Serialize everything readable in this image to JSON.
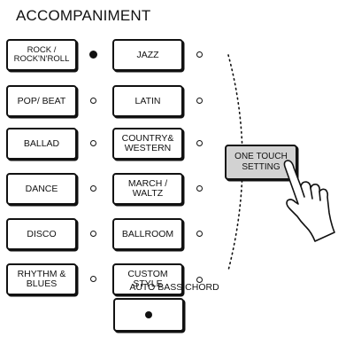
{
  "title": "ACCOMPANIMENT",
  "left_buttons": [
    {
      "label": "ROCK /\nROCK'N'ROLL",
      "led_on": true
    },
    {
      "label": "POP/ BEAT",
      "led_on": false
    },
    {
      "label": "BALLAD",
      "led_on": false
    },
    {
      "label": "DANCE",
      "led_on": false
    },
    {
      "label": "DISCO",
      "led_on": false
    },
    {
      "label": "RHYTHM &\nBLUES",
      "led_on": false
    }
  ],
  "right_buttons": [
    {
      "label": "JAZZ",
      "led_on": false
    },
    {
      "label": "LATIN",
      "led_on": false
    },
    {
      "label": "COUNTRY&\nWESTERN",
      "led_on": false
    },
    {
      "label": "MARCH /\nWALTZ",
      "led_on": false
    },
    {
      "label": "BALLROOM",
      "led_on": false
    },
    {
      "label": "CUSTOM\nSTYLE",
      "led_on": false
    }
  ],
  "one_touch_setting": "ONE TOUCH\nSETTING",
  "auto_bass_chord": "AUTO BASS CHORD",
  "icons": {
    "pointer": "pointing-hand-icon",
    "bracket": "dotted-arc-icon"
  }
}
